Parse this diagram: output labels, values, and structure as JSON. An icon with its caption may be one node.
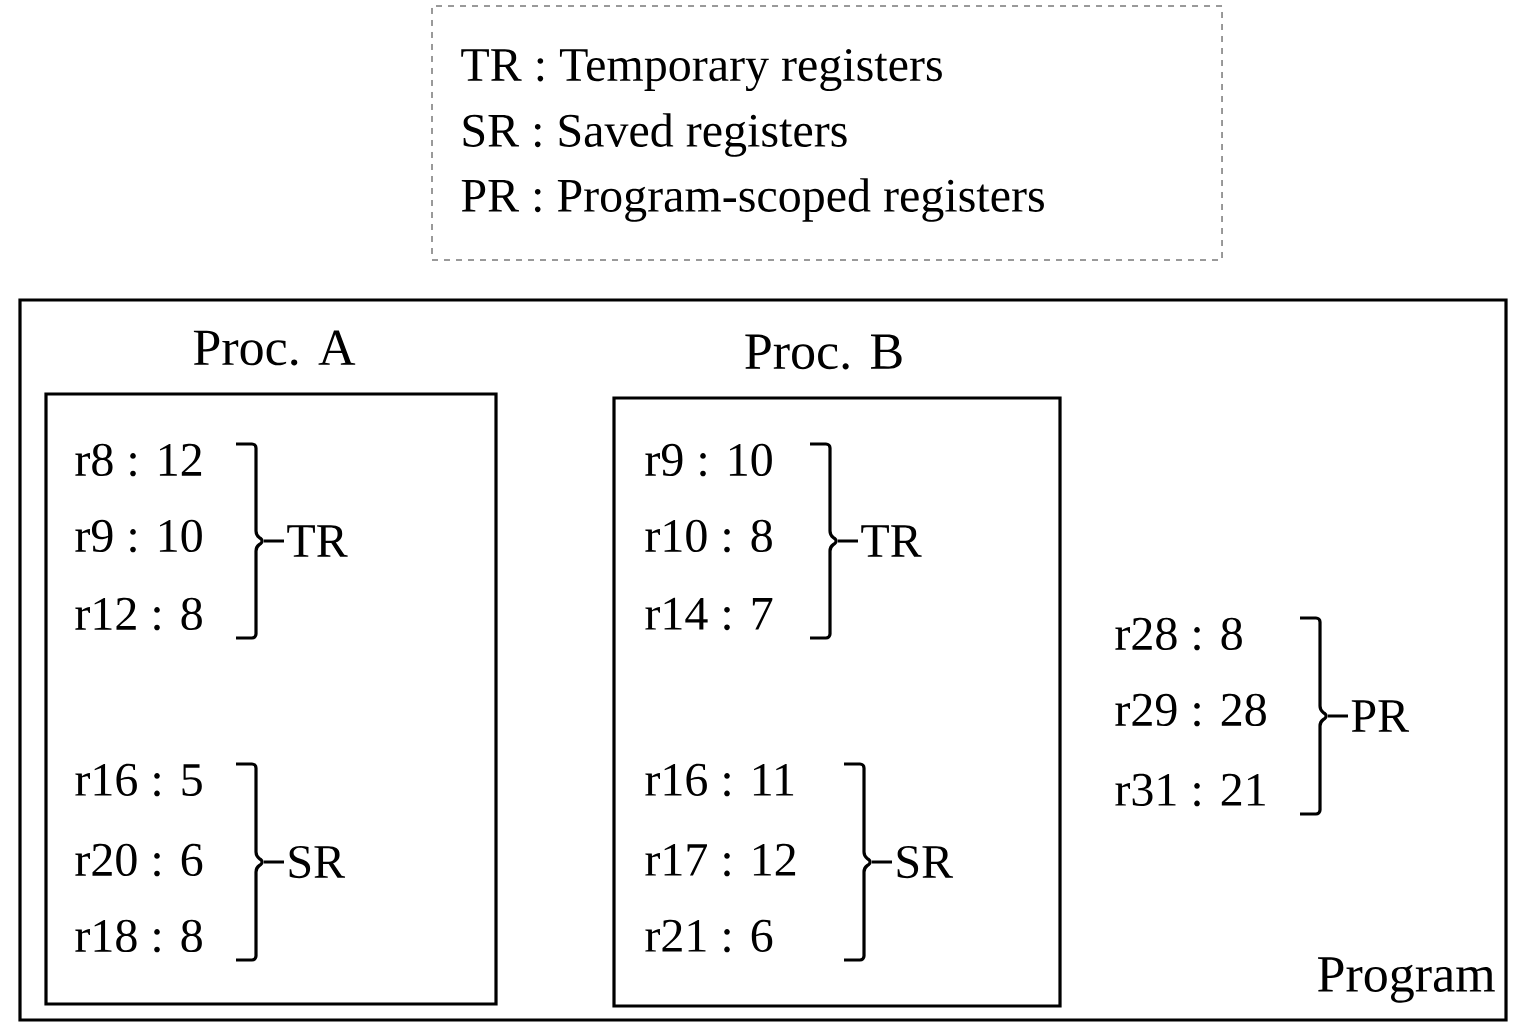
{
  "diagram": {
    "nodes": [
      {
        "text": [
          "TR : Temporary registers",
          "SR : Saved registers",
          "PR : Program-scoped registers"
        ]
      },
      {
        "text": [
          "Program"
        ]
      },
      {
        "text": [
          "Proc. A"
        ],
        "in": 1
      },
      {
        "text": [
          "Proc. B"
        ],
        "in": 1
      }
    ],
    "edges": [],
    "labels": [
      "r8 : 12",
      "r9 : 10",
      "r12 : 8",
      "TR",
      "r16 : 5",
      "r20 : 6",
      "r18 : 8",
      "SR",
      "r9 : 10",
      "r10 : 8",
      "r14 : 7",
      "TR",
      "r16 : 11",
      "r17 : 12",
      "r21 : 6",
      "SR",
      "r28 : 8",
      "r29 : 28",
      "r31 : 21",
      "PR"
    ]
  }
}
